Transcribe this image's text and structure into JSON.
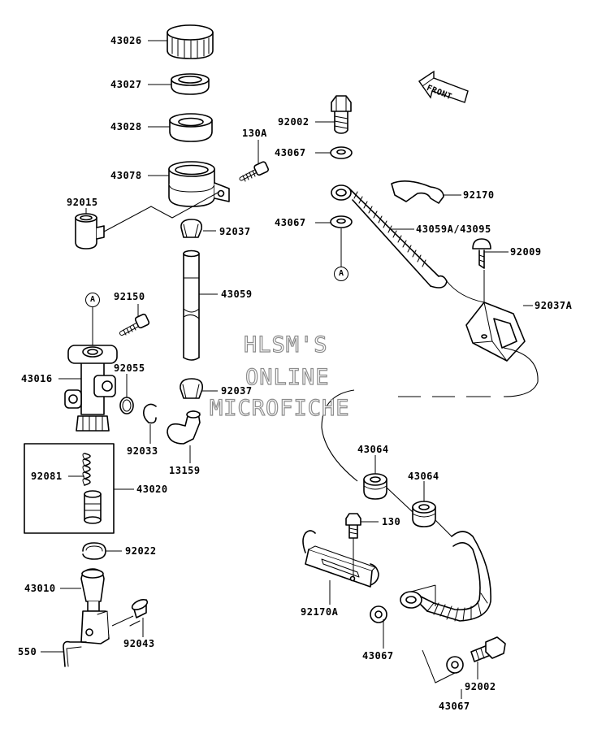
{
  "front_arrow_label": "FRONT",
  "watermark": {
    "line1": "HLSM'S",
    "line2": "ONLINE",
    "line3": "MICROFICHE"
  },
  "refs": {
    "a1": "A",
    "a2": "A"
  },
  "parts": {
    "p43026": "43026",
    "p43027": "43027",
    "p43028": "43028",
    "p43078": "43078",
    "p130A": "130A",
    "p92015": "92015",
    "p92037_top": "92037",
    "p43059": "43059",
    "p92037_bottom": "92037",
    "p13159": "13159",
    "p92150": "92150",
    "p43016": "43016",
    "p92055": "92055",
    "p92033": "92033",
    "p92081": "92081",
    "p43020": "43020",
    "p92022": "92022",
    "p43010": "43010",
    "p92043": "92043",
    "p550": "550",
    "p92002_top": "92002",
    "p43067_a": "43067",
    "p43067_b": "43067",
    "p43059A": "43059A/43095",
    "p92170": "92170",
    "p92009": "92009",
    "p92037A": "92037A",
    "p43064_a": "43064",
    "p43064_b": "43064",
    "p130": "130",
    "p92170A": "92170A",
    "p43067_c": "43067",
    "p92002_bottom": "92002",
    "p43067_d": "43067"
  }
}
